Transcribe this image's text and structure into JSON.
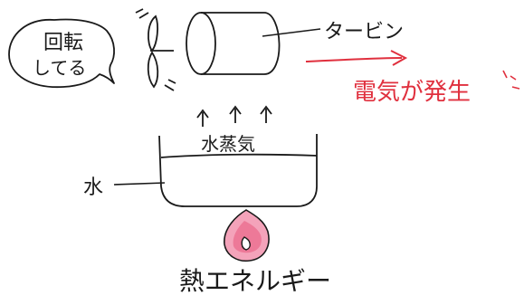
{
  "labels": {
    "rotating_line1": "回転",
    "rotating_line2": "してる",
    "turbine": "タービン",
    "electricity": "電気が発生",
    "steam": "水蒸気",
    "water": "水",
    "heat_energy": "熱エネルギー"
  },
  "colors": {
    "ink": "#1a1a1a",
    "electricity_red": "#e0303e",
    "flame_pink": "#e8587c",
    "flame_light": "#f4a3ba"
  }
}
